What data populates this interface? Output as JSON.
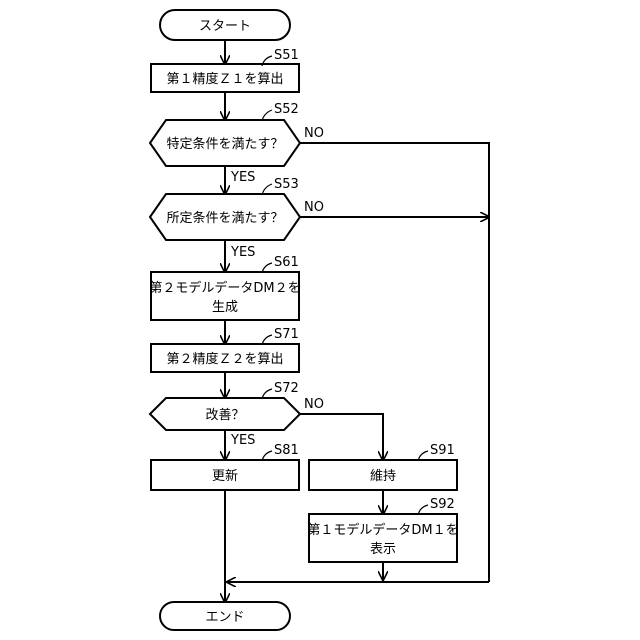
{
  "nodes": {
    "start": {
      "text": "スタート"
    },
    "s51": {
      "step": "S51",
      "text": "第１精度Ｚ１を算出"
    },
    "s52": {
      "step": "S52",
      "text": "特定条件を満たす？",
      "yes": "YES",
      "no": "NO"
    },
    "s53": {
      "step": "S53",
      "text": "所定条件を満たす？",
      "yes": "YES",
      "no": "NO"
    },
    "s61": {
      "step": "S61",
      "line1": "第２モデルデータDM２を",
      "line2": "生成"
    },
    "s71": {
      "step": "S71",
      "text": "第２精度Ｚ２を算出"
    },
    "s72": {
      "step": "S72",
      "text": "改善？",
      "yes": "YES",
      "no": "NO"
    },
    "s81": {
      "step": "S81",
      "text": "更新"
    },
    "s91": {
      "step": "S91",
      "text": "維持"
    },
    "s92": {
      "step": "S92",
      "line1": "第１モデルデータDM１を",
      "line2": "表示"
    },
    "end": {
      "text": "エンド"
    }
  }
}
